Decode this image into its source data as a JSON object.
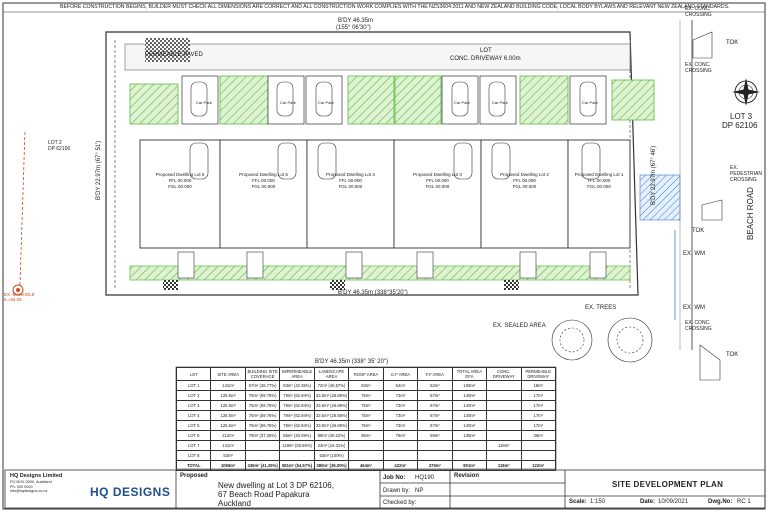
{
  "notice": "BEFORE CONSTRUCTION BEGINS, BUILDER MUST CHECK ALL DIMENSIONS ARE CORRECT AND ALL CONSTRUCTION WORK COMPLIES WITH THE NZS3604:2011 AND NEW ZEALAND BUILDING CODE, LOCAL BODY BYLAWS AND RELEVANT NEW ZEALAND STANDARDS.",
  "site": {
    "dim_top": "B'DY 46.35m",
    "dim_top_bearing": "(155° 06'30\")",
    "dim_bottom": "B'DY 46.35m (338°35'20\")",
    "dim_schedule": "B'DY 46.35m (338° 35' 20\")",
    "dim_left": "B'DY 22.97m (67° 51')",
    "dim_right": "B'DY 22.97m (67° 46')",
    "permeable_paved": "PERMEABLE PAVED",
    "driveway": "CONC. DRIVEWAY 6.00m",
    "lot_label": "LOT",
    "lot2_left": "LOT 2\nDP 62106",
    "lot3": "LOT 3",
    "dp": "DP 62106",
    "beach_road": "BEACH ROAD",
    "ex_conc_crossing_1": "EX. CONC. CROSSING",
    "ex_conc_crossing_2": "EX. CONC. CROSSING",
    "ex_conc_crossing_3": "EX. CONC. CROSSING",
    "ex_pedestrian_crossing": "EX. PEDESTRIAN CROSSING",
    "ex_trees": "EX. TREES",
    "ex_sealed_area": "EX. SEALED AREA",
    "ex_wm_1": "EX. WM",
    "ex_wm_2": "EX. WM",
    "tok_1": "TOK",
    "tok_2": "TOK",
    "tok_3": "TOK",
    "ex_manhole": "EX. MANHOLE\nIL=94.05",
    "car_park": "Car Park",
    "units": [
      {
        "name": "Proposed Dwelling Lot 6",
        "ffl": "FFL 00.000",
        "fgl": "FGL 00.000"
      },
      {
        "name": "Proposed Dwelling Lot 5",
        "ffl": "FFL 00.000",
        "fgl": "FGL 00.000"
      },
      {
        "name": "Proposed Dwelling Lot 4",
        "ffl": "FFL 00.000",
        "fgl": "FGL 00.000"
      },
      {
        "name": "Proposed Dwelling Lot 3",
        "ffl": "FFL 00.000",
        "fgl": "FGL 00.000"
      },
      {
        "name": "Proposed Dwelling Lot 2",
        "ffl": "FFL 00.000",
        "fgl": "FGL 00.000"
      },
      {
        "name": "Proposed Dwelling Lot 1",
        "ffl": "FFL 00.000",
        "fgl": "FGL 00.000"
      }
    ]
  },
  "schedule": {
    "headers": [
      "LOT",
      "SITE AREA",
      "BUILDING SITE COVERAGE",
      "IMPERMEABLE AREA",
      "LANDSCAPE AREA",
      "ROOF AREA",
      "G.F AREA",
      "F.F AREA",
      "TOTAL AREA GFA",
      "CONC. DRIVEWAY",
      "PERMEABLE DRIVEWAY"
    ],
    "rows": [
      [
        "LOT 1",
        "141m²",
        "57m² (36.77%)",
        "63m² (42.35%)",
        "72m² (46.57%)",
        "63m²",
        "54m²",
        "52m²",
        "106m²",
        "",
        "18m²"
      ],
      [
        "LOT 2",
        "125.5m²",
        "75m² (59.76%)",
        "79m² (62.94%)",
        "33.5m² (26.69%)",
        "75m²",
        "73m²",
        "67m²",
        "140m²",
        "",
        "17m²"
      ],
      [
        "LOT 3",
        "125.5m²",
        "75m² (59.76%)",
        "79m² (62.94%)",
        "33.5m² (26.69%)",
        "75m²",
        "73m²",
        "67m²",
        "140m²",
        "",
        "17m²"
      ],
      [
        "LOT 4",
        "125.5m²",
        "75m² (59.76%)",
        "79m² (62.94%)",
        "33.5m² (26.69%)",
        "75m²",
        "73m²",
        "67m²",
        "140m²",
        "",
        "17m²"
      ],
      [
        "LOT 5",
        "125.5m²",
        "75m² (59.76%)",
        "79m² (62.94%)",
        "33.5m² (26.69%)",
        "75m²",
        "73m²",
        "67m²",
        "140m²",
        "",
        "17m²"
      ],
      [
        "LOT 6",
        "212m²",
        "79m² (37.26%)",
        "85m² (40.09%)",
        "88m² (40.22%)",
        "85m²",
        "76m²",
        "59m²",
        "135m²",
        "",
        "36m²"
      ],
      [
        "LOT 7",
        "141m²",
        "",
        "118m² (83.69%)",
        "23m² (16.31%)",
        "",
        "",
        "",
        "",
        "118m²",
        ""
      ],
      [
        "LOT 8",
        "53m²",
        "",
        "",
        "53m² (100%)",
        "",
        "",
        "",
        "",
        "",
        ""
      ],
      [
        "TOTAL",
        "1065m²",
        "436m² (41.25%)",
        "581m² (54.57%)",
        "380m² (36.00%)",
        "464m²",
        "422m²",
        "379m²",
        "801m²",
        "118m²",
        "122m²"
      ]
    ]
  },
  "titleblock": {
    "company": "HQ Designs Limited",
    "company_details": "PO BOX 0000, Auckland\nPh: 000 0000\ninfo@hqdesigns.co.nz",
    "logo": "HQ DESIGNS",
    "proposed_label": "Proposed",
    "project_line1": "New dwelling at Lot 3 DP 62106,",
    "project_line2": "67 Beach  Road Papakura",
    "project_line3": "Auckland",
    "job_no_label": "Job No:",
    "job_no": "HQ190",
    "revision_label": "Revision",
    "drawn_by_label": "Drawn by:",
    "drawn_by": "NP",
    "checked_by_label": "Checked by:",
    "sheet_title": "SITE DEVELOPMENT PLAN",
    "scale_label": "Scale:",
    "scale": "1:150",
    "date_label": "Date:",
    "date": "10/09/2021",
    "dwg_label": "Dwg.No:",
    "dwg_no": "RC 1"
  },
  "colors": {
    "green": "#5dbb3e",
    "blue": "#3a7fd0",
    "red": "#d04a1f",
    "line": "#333333"
  }
}
